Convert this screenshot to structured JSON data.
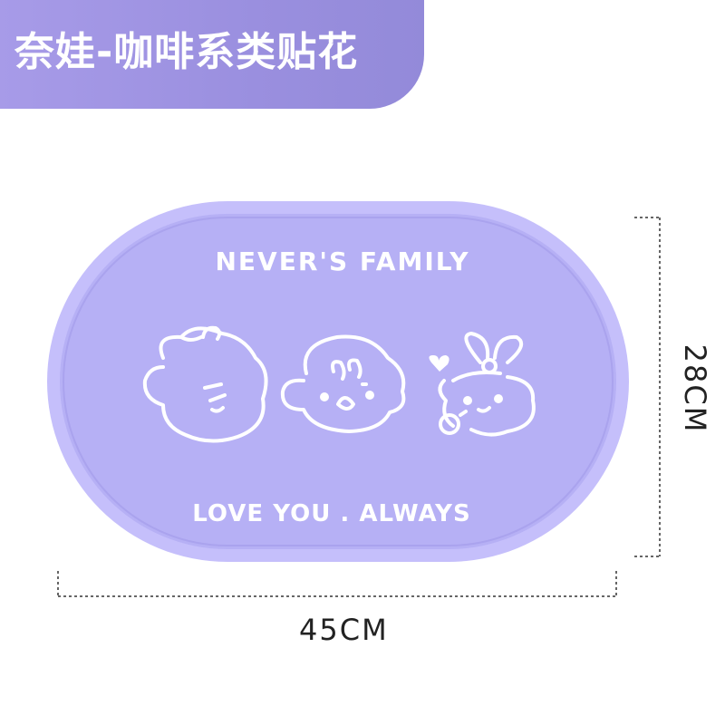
{
  "header": {
    "title": "奈娃-咖啡系类贴花",
    "background_color": "#9a8fdf"
  },
  "product": {
    "color": "#b7b1f5",
    "rim_color": "#c3bdfb",
    "print_color": "#ffffff",
    "top_text": "NEVER'S FAMILY",
    "bottom_text": "LOVE YOU . ALWAYS",
    "characters": [
      "boy-face-icon",
      "baby-face-icon",
      "bunny-girl-face-icon",
      "heart-icon"
    ]
  },
  "dimensions": {
    "width_label": "45CM",
    "height_label": "28CM"
  }
}
